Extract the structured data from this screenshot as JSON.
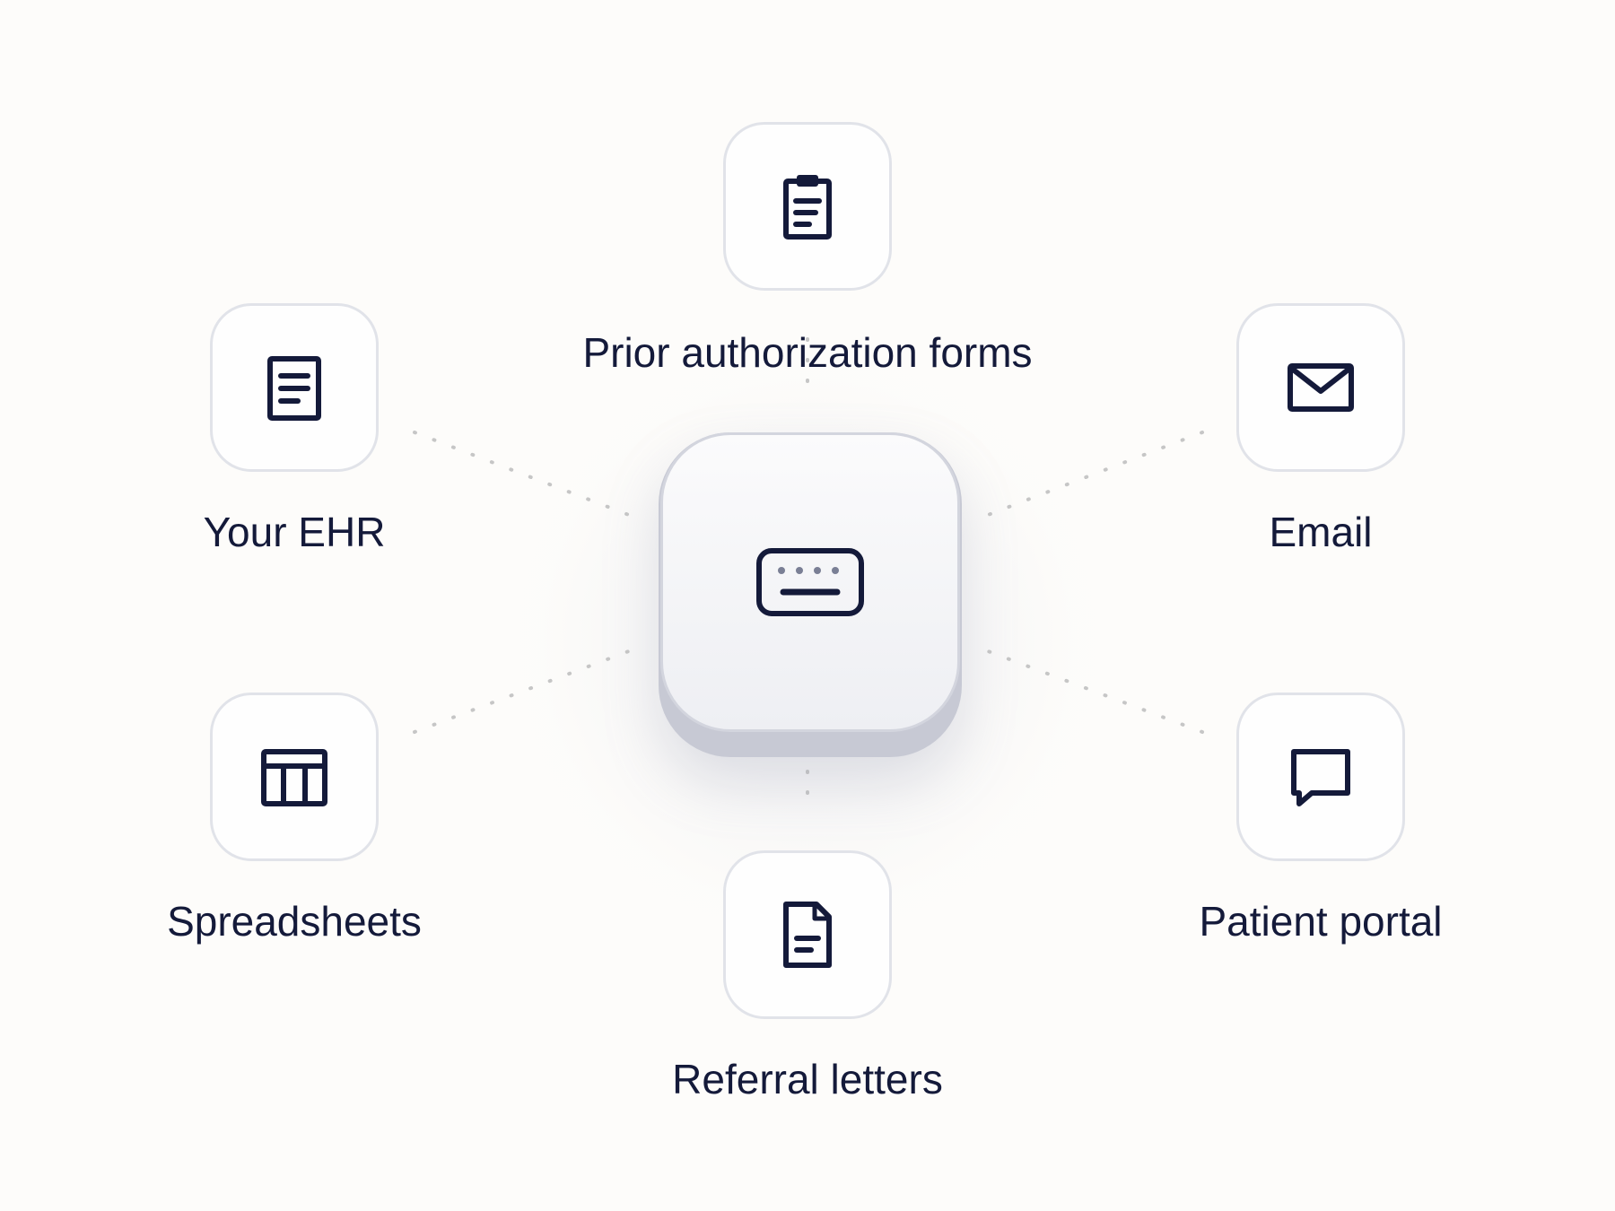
{
  "diagram": {
    "hub": {
      "icon": "keyboard-icon"
    },
    "nodes": [
      {
        "id": "prior-auth",
        "label": "Prior authorization forms",
        "icon": "clipboard-icon"
      },
      {
        "id": "ehr",
        "label": "Your EHR",
        "icon": "document-lines-icon"
      },
      {
        "id": "email",
        "label": "Email",
        "icon": "envelope-icon"
      },
      {
        "id": "spreadsheets",
        "label": "Spreadsheets",
        "icon": "table-icon"
      },
      {
        "id": "patient-portal",
        "label": "Patient portal",
        "icon": "chat-bubble-icon"
      },
      {
        "id": "referral",
        "label": "Referral letters",
        "icon": "file-icon"
      }
    ]
  },
  "colors": {
    "background": "#fdfcfa",
    "ink": "#141a3a",
    "card_border": "#e1e3e9",
    "connector": "#c6c6c6"
  }
}
